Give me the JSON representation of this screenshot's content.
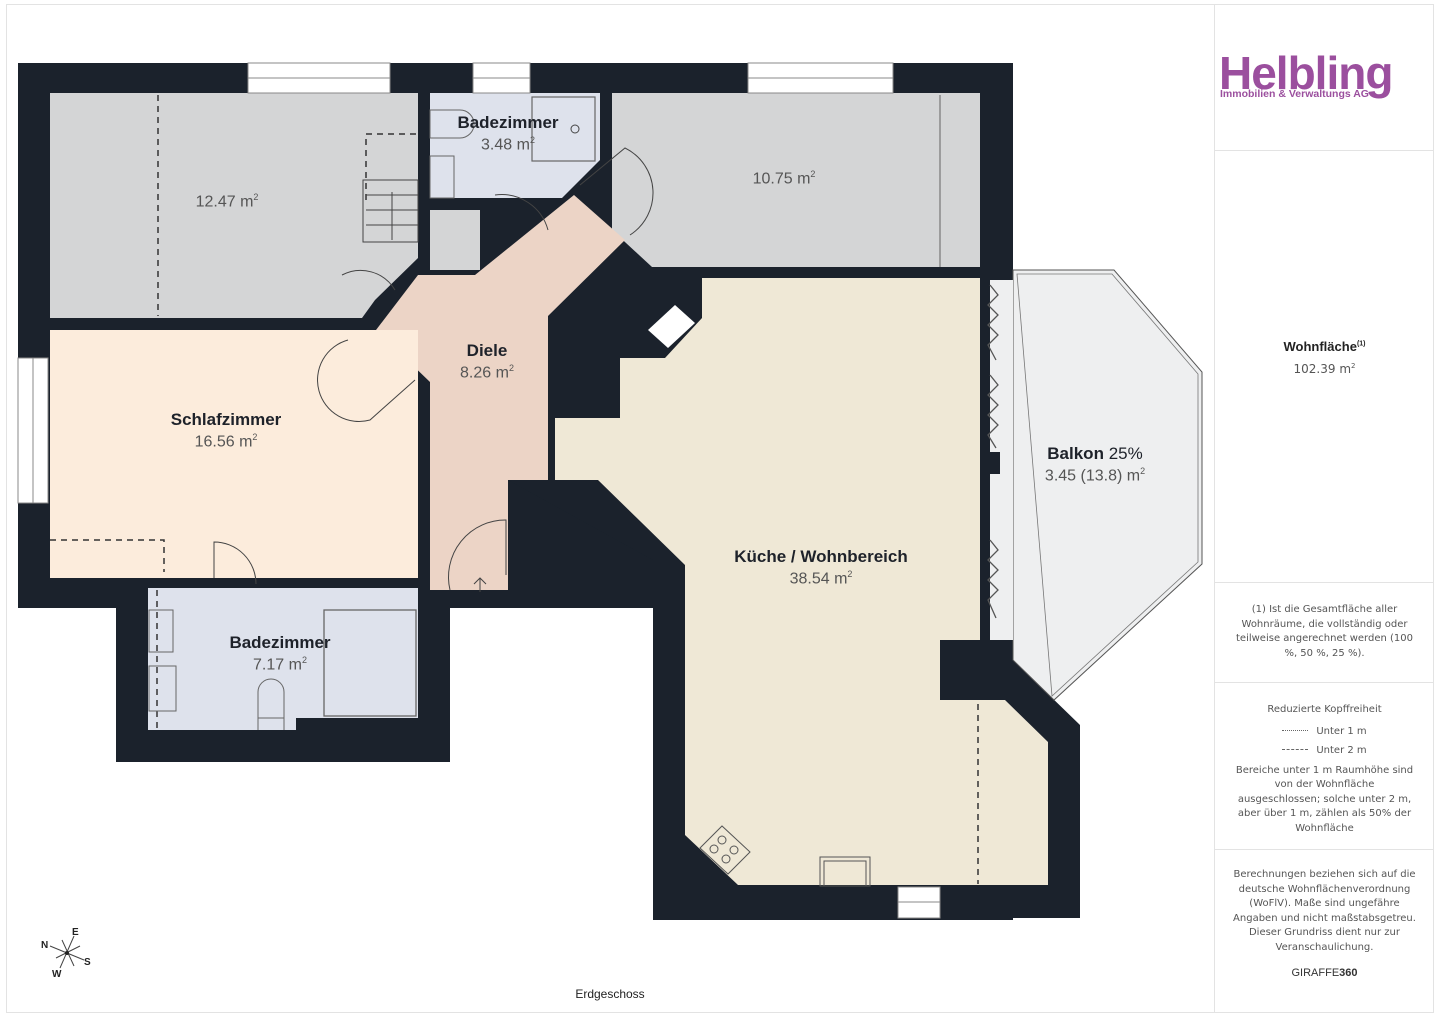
{
  "floor": {
    "name": "Erdgeschoss",
    "colors": {
      "wall": "#1b222c",
      "grey_room": "#d4d5d6",
      "bath": "#dee2ec",
      "bedroom": "#fcecdc",
      "hall": "#ecd4c6",
      "living": "#efe8d6",
      "balcony": "#eeeff0"
    }
  },
  "rooms": [
    {
      "id": "room-1",
      "name": "",
      "area": "12.47 m",
      "unit_sup": "2"
    },
    {
      "id": "bad-1",
      "name": "Badezimmer",
      "area": "3.48 m",
      "unit_sup": "2"
    },
    {
      "id": "room-2",
      "name": "",
      "area": "10.75 m",
      "unit_sup": "2"
    },
    {
      "id": "diele",
      "name": "Diele",
      "area": "8.26 m",
      "unit_sup": "2"
    },
    {
      "id": "schlafzimmer",
      "name": "Schlafzimmer",
      "area": "16.56 m",
      "unit_sup": "2"
    },
    {
      "id": "balkon",
      "name": "Balkon",
      "pct": "25%",
      "area": "3.45 (13.8) m",
      "unit_sup": "2"
    },
    {
      "id": "kueche",
      "name": "Küche / Wohnbereich",
      "area": "38.54 m",
      "unit_sup": "2"
    },
    {
      "id": "bad-2",
      "name": "Badezimmer",
      "area": "7.17 m",
      "unit_sup": "2"
    }
  ],
  "compass": {
    "n": "N",
    "e": "E",
    "s": "S",
    "w": "W"
  },
  "sidebar": {
    "logo": {
      "word": "Helbling",
      "subtitle": "Immobilien & Verwaltungs AG",
      "color": "#9b4f9e"
    },
    "wohnflaeche": {
      "title": "Wohnfläche",
      "footnote_mark": "(1)",
      "value": "102.39 m",
      "unit_sup": "2"
    },
    "footnote": "(1) Ist die Gesamtfläche aller Wohnräume, die vollständig oder teilweise angerechnet werden (100 %, 50 %, 25 %).",
    "legend": {
      "title": "Reduzierte Kopffreiheit",
      "items": [
        {
          "style": "dotted",
          "label": "Unter 1 m"
        },
        {
          "style": "dashed",
          "label": "Unter 2 m"
        }
      ],
      "note": "Bereiche unter 1 m Raumhöhe sind von der Wohnfläche ausgeschlossen; solche unter 2 m, aber über 1 m, zählen als 50% der Wohnfläche"
    },
    "disclaimer": "Berechnungen beziehen sich auf die deutsche Wohnflächenverordnung (WoFlV). Maße sind ungefähre Angaben und nicht maßstabsgetreu. Dieser Grundriss dient nur zur Veranschaulichung.",
    "brand": {
      "a": "GIRAFFE",
      "b": "360"
    }
  }
}
